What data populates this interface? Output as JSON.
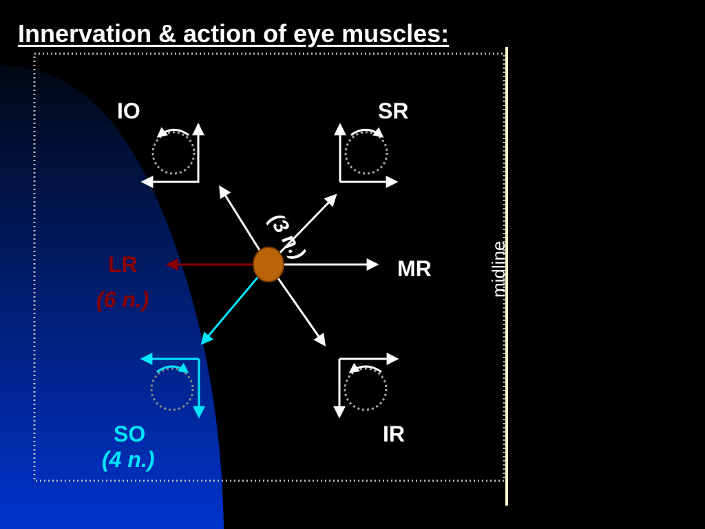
{
  "title": "Innervation & action of eye muscles:",
  "labels": {
    "io": "IO",
    "sr": "SR",
    "lr": "LR",
    "lr_nerve": "(6 n.)",
    "mr": "MR",
    "so": "SO",
    "so_nerve": "(4 n.)",
    "ir": "IR",
    "third_nerve": "(3 n.)",
    "midline": "midline"
  },
  "colors": {
    "background": "#000000",
    "blue_gradient_top": "#000814",
    "blue_gradient_bottom": "#0033cc",
    "white": "#ffffff",
    "lr_red": "#8b0000",
    "so_cyan": "#00e5ff",
    "eye_fill": "#b8650a",
    "midline": "#ffffcc",
    "dotted_frame": "#bbbbbb"
  }
}
